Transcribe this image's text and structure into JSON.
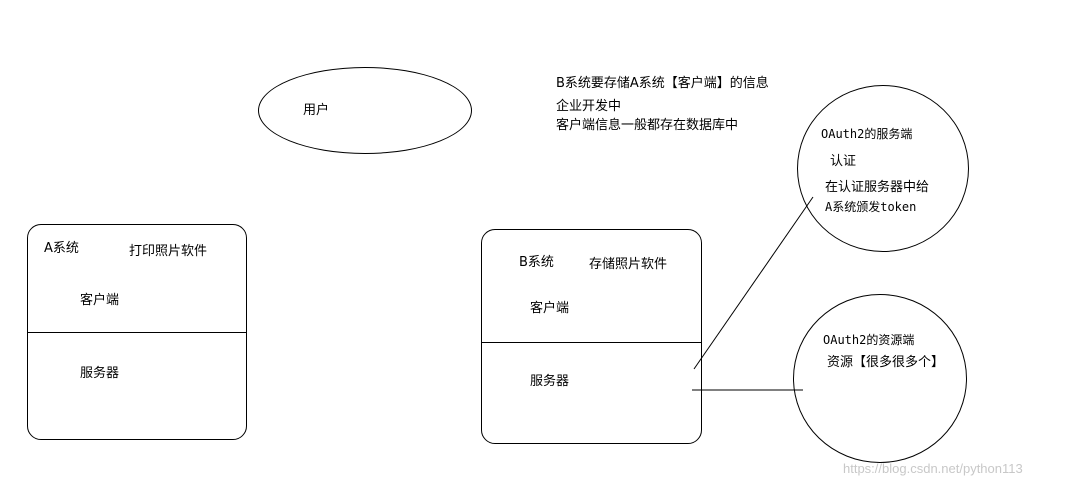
{
  "user": {
    "label": "用户"
  },
  "note": {
    "line1": "B系统要存储A系统【客户端】的信息",
    "line2": "企业开发中",
    "line3": "客户端信息一般都存在数据库中"
  },
  "system_a": {
    "name": "A系统",
    "software": "打印照片软件",
    "client": "客户端",
    "server": "服务器"
  },
  "system_b": {
    "name": "B系统",
    "software": "存储照片软件",
    "client": "客户端",
    "server": "服务器"
  },
  "oauth_server": {
    "title": "OAuth2的服务端",
    "auth": "认证",
    "desc1": "在认证服务器中给",
    "desc2": "A系统颁发token"
  },
  "oauth_resource": {
    "title": "OAuth2的资源端",
    "desc": "资源【很多很多个】"
  },
  "watermark": "https://blog.csdn.net/python113"
}
